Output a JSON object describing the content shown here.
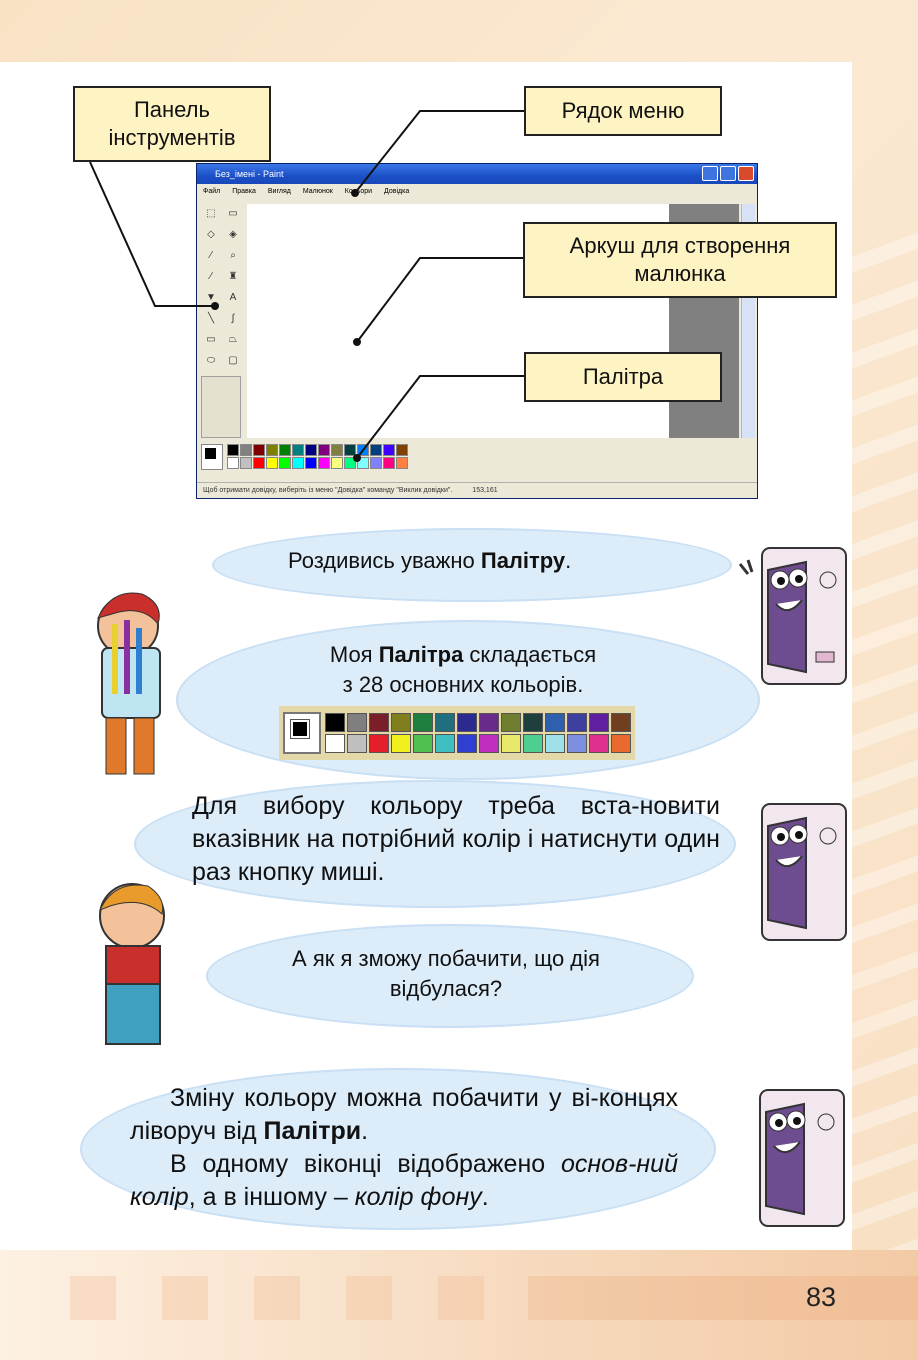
{
  "paint": {
    "title": "Без_імені - Paint",
    "menu": [
      "Файл",
      "Правка",
      "Вигляд",
      "Малюнок",
      "Кольори",
      "Довідка"
    ],
    "status_help": "Щоб отримати довідку, виберіть із меню \"Довідка\" команду \"Виклик довідки\".",
    "status_coords": "153,161",
    "palette_top": [
      "#000000",
      "#808080",
      "#800000",
      "#808000",
      "#008000",
      "#008080",
      "#000080",
      "#800080",
      "#808040",
      "#004040",
      "#0080ff",
      "#004080",
      "#4000ff",
      "#804000"
    ],
    "palette_bottom": [
      "#ffffff",
      "#c0c0c0",
      "#ff0000",
      "#ffff00",
      "#00ff00",
      "#00ffff",
      "#0000ff",
      "#ff00ff",
      "#ffff80",
      "#00ff80",
      "#80ffff",
      "#8080ff",
      "#ff0080",
      "#ff8040"
    ]
  },
  "callouts": {
    "toolbar": "Панель інструментів",
    "menubar": "Рядок меню",
    "canvas": "Аркуш для створення малюнка",
    "palette": "Палітра"
  },
  "dialogue": {
    "c1_pre": "Роздивись уважно ",
    "c1_bold": "Палітру",
    "c1_post": ".",
    "c2_pre": "Моя ",
    "c2_bold": "Палітра",
    "c2_post": " складається",
    "c2_line2": "з 28 основних кольорів.",
    "c3": "Для вибору кольору треба вста-новити вказівник на потрібний колір і натиснути один раз кнопку миші.",
    "c4_line1": "А як я зможу побачити, що дія",
    "c4_line2": "відбулася?",
    "c5_a": "Зміну кольору можна побачити у ві-концях ліворуч від ",
    "c5_bold": "Палітри",
    "c5_b": ".",
    "c5_c": "В одному віконці відображено ",
    "c5_it1": "основ-ний колір",
    "c5_d": ", а в іншому – ",
    "c5_it2": "колір фону",
    "c5_e": "."
  },
  "big_palette": {
    "top": [
      "#000000",
      "#7f7f7f",
      "#7a1f2a",
      "#7f7f1f",
      "#1f7f3f",
      "#1f6f7f",
      "#2a2a8f",
      "#6a2a8a",
      "#6f7f2f",
      "#1f3f3f",
      "#2f5faf",
      "#3f3f9f",
      "#5f1f9f",
      "#6f3f1f"
    ],
    "bottom": [
      "#ffffff",
      "#bfbfbf",
      "#e21f2a",
      "#f2ef1f",
      "#4fbf4f",
      "#3fbfbf",
      "#2f3fcf",
      "#bf2fbf",
      "#e8e86a",
      "#4fcf8f",
      "#9fdfe8",
      "#7f8fdf",
      "#df2f8f",
      "#e86a2f"
    ]
  },
  "page_number": "83"
}
